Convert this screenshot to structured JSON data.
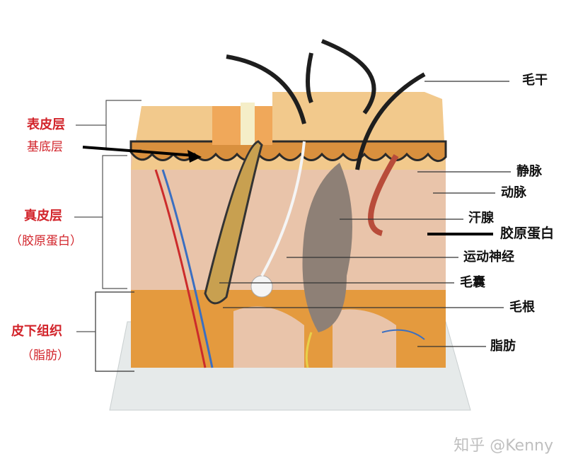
{
  "left_labels": {
    "epidermis": "表皮层",
    "basal_layer": "基底层",
    "dermis": "真皮层",
    "dermis_note": "（胶原蛋白）",
    "subcutaneous": "皮下组织",
    "subcutaneous_note": "（脂肪）"
  },
  "right_labels": {
    "hair_shaft": "毛干",
    "vein": "静脉",
    "artery": "动脉",
    "sweat_gland": "汗腺",
    "collagen": "胶原蛋白",
    "motor_nerve": "运动神经",
    "hair_follicle": "毛囊",
    "hair_root": "毛根",
    "fat": "脂肪"
  },
  "watermark": "知乎 @Kenny",
  "colors": {
    "label_red": "#d2232a",
    "label_black": "#111111",
    "skin": "#e8c2a8",
    "fat": "#e39a3a",
    "base": "#e6eaea"
  }
}
